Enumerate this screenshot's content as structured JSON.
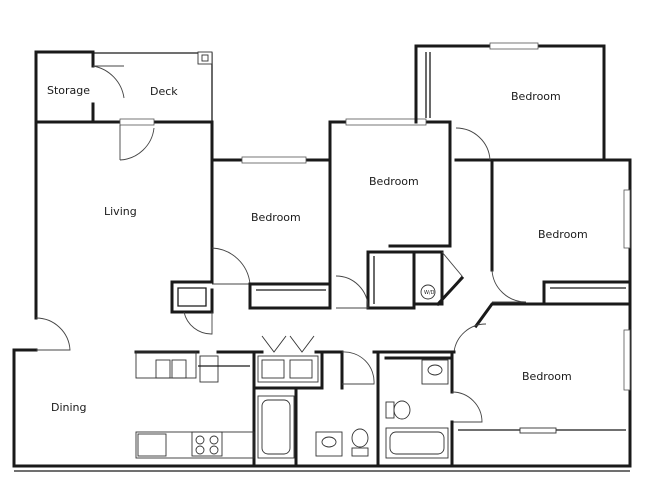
{
  "floorplan": {
    "rooms": {
      "storage": "Storage",
      "deck": "Deck",
      "living": "Living",
      "dining": "Dining",
      "bedroom_1": "Bedroom",
      "bedroom_2": "Bedroom",
      "bedroom_3": "Bedroom",
      "bedroom_4": "Bedroom",
      "bedroom_5": "Bedroom"
    },
    "appliance_tags": {
      "washer_dryer": "W/D"
    }
  }
}
